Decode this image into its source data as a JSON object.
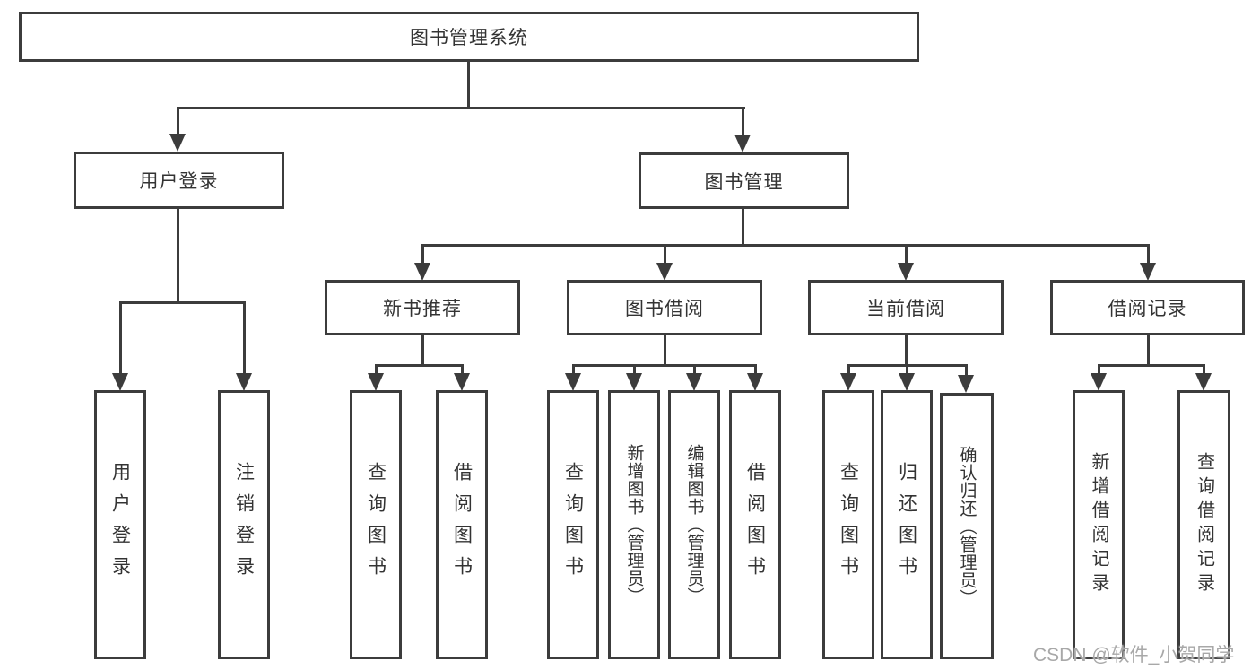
{
  "root": {
    "label": "图书管理系统"
  },
  "level2": {
    "user_login": "用户登录",
    "book_management": "图书管理"
  },
  "level3": [
    "新书推荐",
    "图书借阅",
    "当前借阅",
    "借阅记录"
  ],
  "leaves": {
    "login": [
      "用户登录",
      "注销登录"
    ],
    "recommend": [
      "查询图书",
      "借阅图书"
    ],
    "borrow": [
      "查询图书",
      "新增图书（管理员）",
      "编辑图书（管理员）",
      "借阅图书"
    ],
    "current": [
      "查询图书",
      "归还图书",
      "确认归还（管理员）"
    ],
    "records": [
      "新增借阅记录",
      "查询借阅记录"
    ]
  },
  "watermark": "CSDN @软件_小贺同学",
  "colors": {
    "line": "#3c3c3c",
    "text": "#333333",
    "background": "#ffffff",
    "watermark": "#a8a8a8"
  }
}
